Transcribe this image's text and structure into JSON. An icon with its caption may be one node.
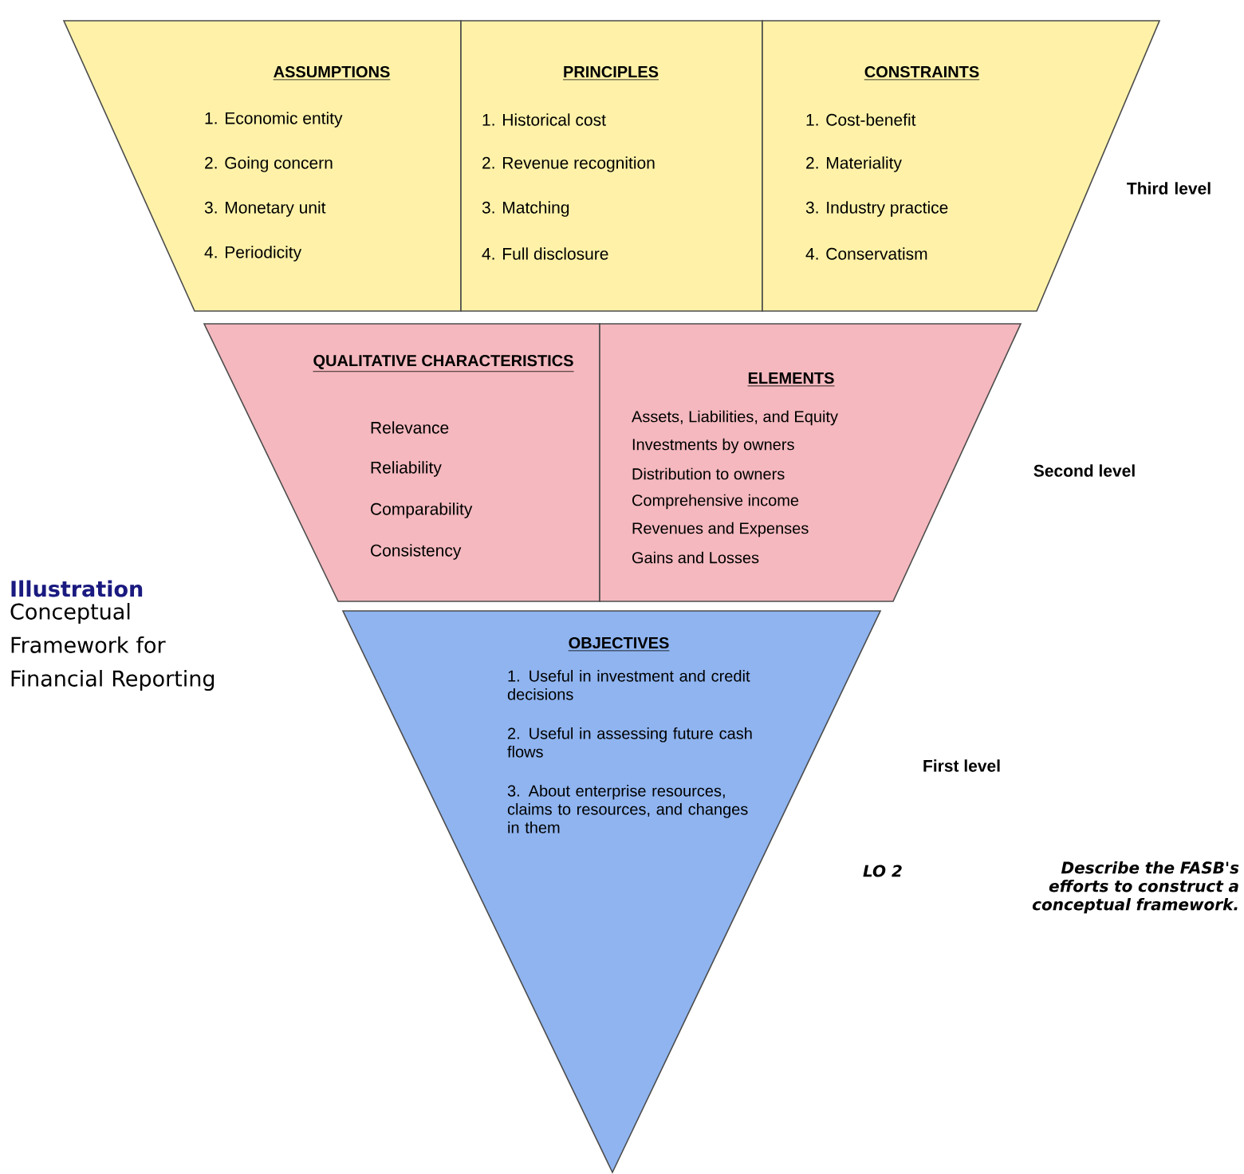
{
  "diagram": {
    "nodes": [
      {
        "text": [
          "ASSUMPTIONS",
          "1. Economic entity",
          "2. Going concern",
          "3. Monetary unit",
          "4. Periodicity"
        ]
      },
      {
        "text": [
          "PRINCIPLES",
          "1. Historical cost",
          "2. Revenue recognition",
          "3. Matching",
          "4. Full disclosure"
        ]
      },
      {
        "text": [
          "CONSTRAINTS",
          "1. Cost-benefit",
          "2. Materiality",
          "3. Industry practice",
          "4. Conservatism"
        ]
      },
      {
        "text": [
          "QUALITATIVE CHARACTERISTICS",
          "Relevance",
          "Reliability",
          "Comparability",
          "Consistency"
        ]
      },
      {
        "text": [
          "ELEMENTS",
          "Assets, Liabilities, and Equity",
          "Investments by owners",
          "Distribution to owners",
          "Comprehensive income",
          "Revenues and Expenses",
          "Gains and Losses"
        ]
      },
      {
        "text": [
          "OBJECTIVES",
          "1. Useful in investment and credit decisions",
          "2. Useful in assessing future cash flows",
          "3. About enterprise resources, claims to resources, and changes in them"
        ]
      }
    ],
    "labels": [
      "Third level",
      "Second level",
      "Illustration",
      "Conceptual Framework for Financial Reporting",
      "First level",
      "LO 2",
      "Describe the FASB's efforts to construct a conceptual framework."
    ]
  }
}
